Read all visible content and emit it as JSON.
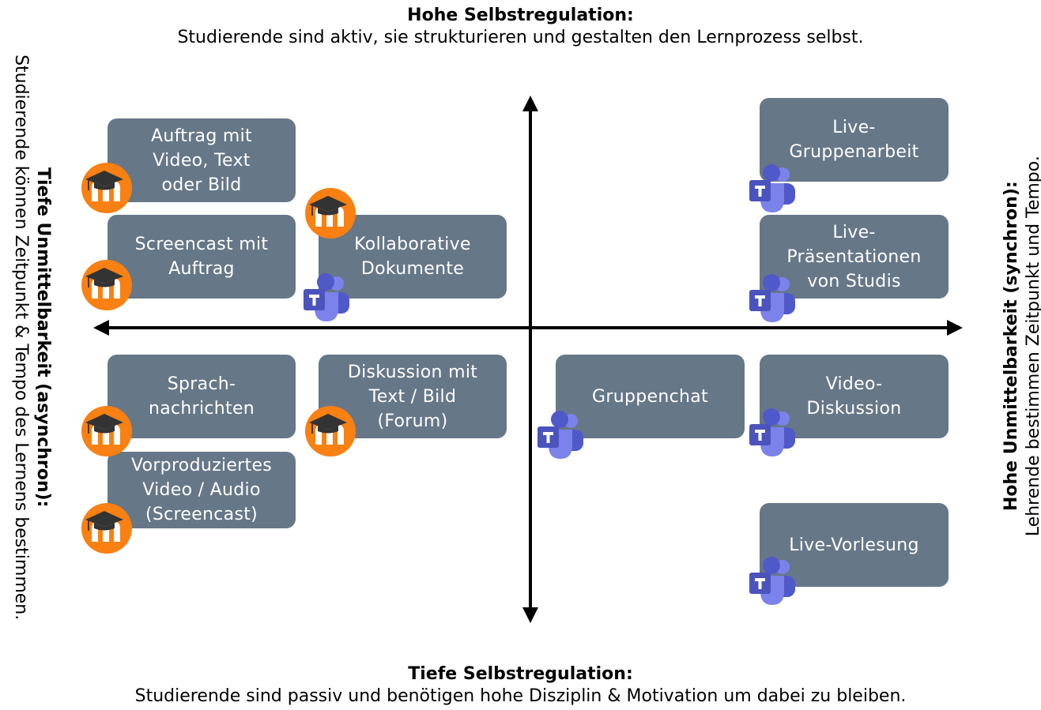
{
  "top": {
    "title": "Hohe Selbstregulation:",
    "subtitle": "Studierende sind aktiv, sie strukturieren und gestalten den Lernprozess selbst."
  },
  "bottom": {
    "title": "Tiefe Selbstregulation:",
    "subtitle": "Studierende sind passiv und benötigen hohe Disziplin & Motivation um dabei zu bleiben."
  },
  "left": {
    "title": "Tiefe Unmittelbarkeit (asynchron):",
    "subtitle": "Studierende können Zeitpunkt & Tempo des Lernens bestimmen."
  },
  "right": {
    "title": "Hohe Unmittelbarkeit (synchron):",
    "subtitle": "Lehrende bestimmen Zeitpunkt und Tempo."
  },
  "cards": {
    "auftrag": "Auftrag mit\nVideo, Text\noder Bild",
    "screencast": "Screencast mit\nAuftrag",
    "kollaborativ": "Kollaborative\nDokumente",
    "sprach": "Sprach-\nnachrichten",
    "diskussion": "Diskussion mit\nText / Bild\n(Forum)",
    "vorproduziert": "Vorproduziertes\nVideo / Audio\n(Screencast)",
    "live_gruppen": "Live-\nGruppenarbeit",
    "live_praes": "Live-\nPräsentationen\nvon Studis",
    "gruppenchat": "Gruppenchat",
    "video_disk": "Video-\nDiskussion",
    "live_vorlesung": "Live-Vorlesung"
  },
  "icons": {
    "moodle": "moodle-icon",
    "teams": "teams-icon",
    "moodle_color": "#f98012",
    "teams_color": "#5059c9"
  }
}
